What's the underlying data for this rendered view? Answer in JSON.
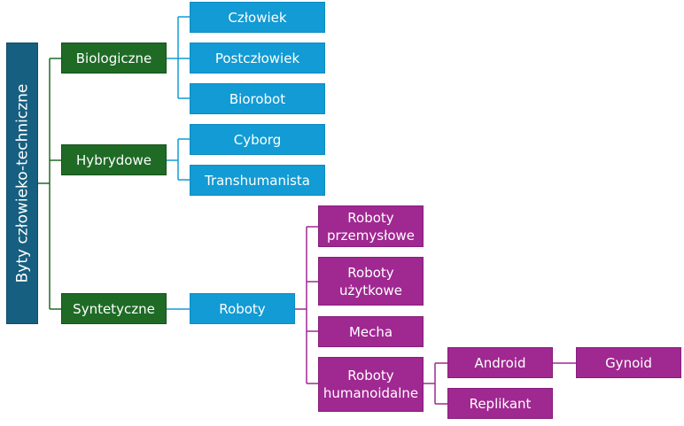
{
  "diagram": {
    "root": "Byty człowieko-techniczne",
    "categories": [
      "Biologiczne",
      "Hybrydowe",
      "Syntetyczne"
    ],
    "biologiczne_children": [
      "Człowiek",
      "Postczłowiek",
      "Biorobot"
    ],
    "hybrydowe_children": [
      "Cyborg",
      "Transhumanista"
    ],
    "syntetyczne_children": [
      "Roboty"
    ],
    "roboty_children": [
      "Roboty przemysłowe",
      "Roboty użytkowe",
      "Mecha",
      "Roboty humanoidalne"
    ],
    "humanoidalne_children": [
      "Android",
      "Replikant"
    ],
    "android_children": [
      "Gynoid"
    ],
    "colors": {
      "root": "#165f80",
      "category": "#1f6b26",
      "level2": "#129bd4",
      "robot_types": "#a02891"
    }
  }
}
